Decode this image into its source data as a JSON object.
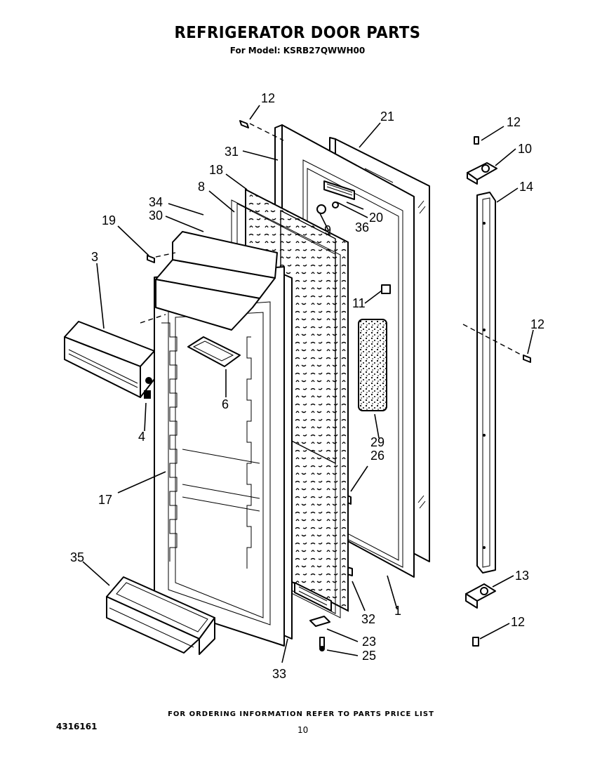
{
  "header": {
    "title": "REFRIGERATOR DOOR PARTS",
    "subtitle": "For Model: KSRB27QWWH00"
  },
  "callouts": [
    "12",
    "21",
    "31",
    "18",
    "8",
    "34",
    "30",
    "19",
    "3",
    "20",
    "36",
    "9",
    "11",
    "6",
    "4",
    "17",
    "35",
    "29",
    "26",
    "32",
    "1",
    "23",
    "25",
    "33",
    "12",
    "10",
    "14",
    "12",
    "13",
    "12"
  ],
  "footer": {
    "ordering_note": "FOR ORDERING INFORMATION REFER TO PARTS PRICE LIST",
    "document_number": "4316161",
    "page_number": "10"
  }
}
